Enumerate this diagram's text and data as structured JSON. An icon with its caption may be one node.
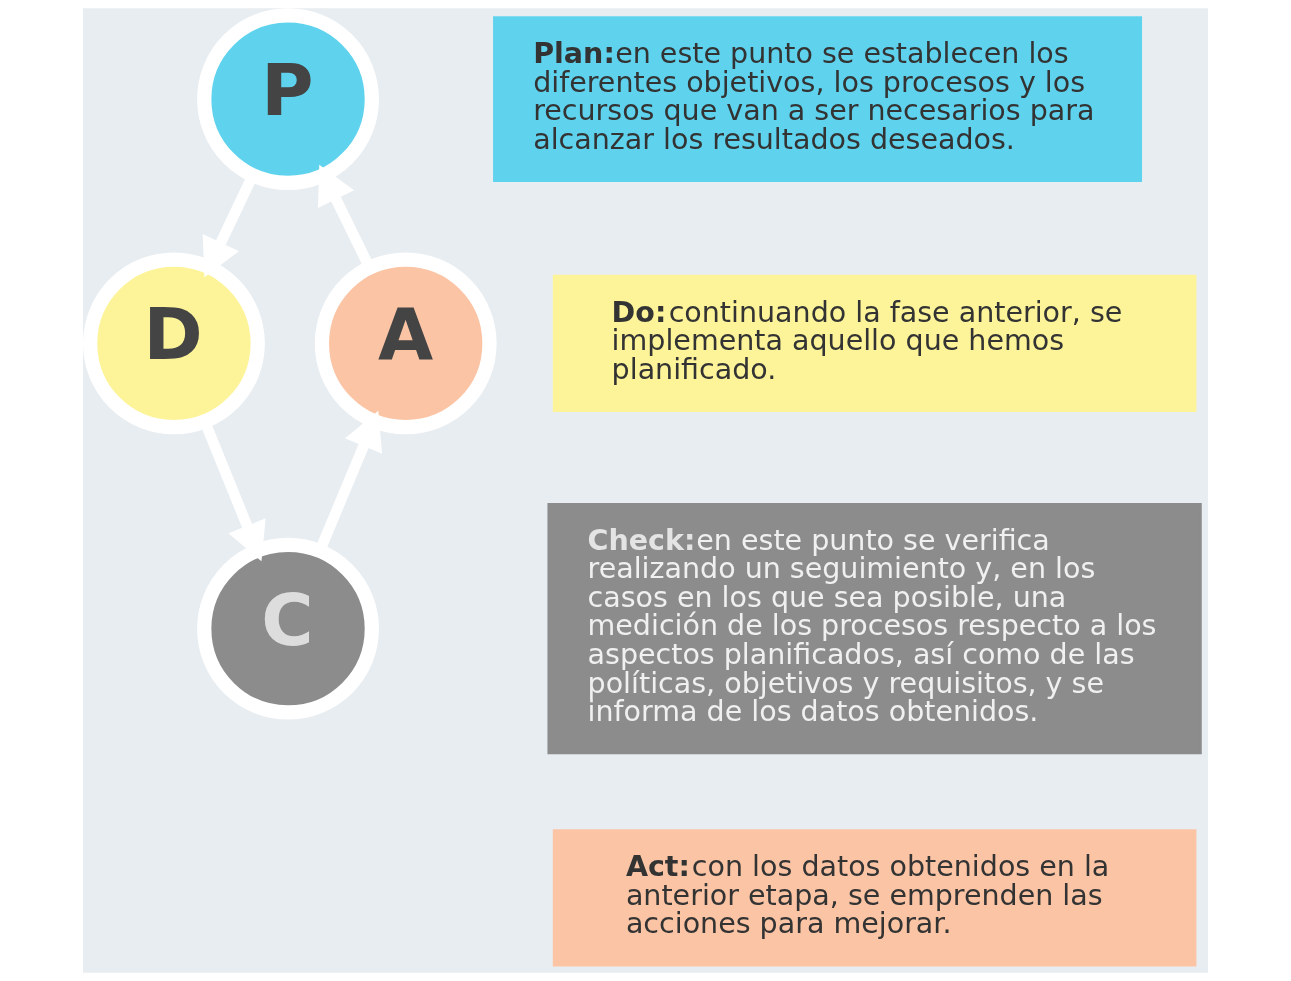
{
  "diagram": {
    "nodes": [
      {
        "text": [
          "P"
        ]
      },
      {
        "text": [
          "D"
        ]
      },
      {
        "text": [
          "C"
        ]
      },
      {
        "text": [
          "A"
        ]
      },
      {
        "text": [
          "Plan:",
          "en este punto se establecen los diferentes objetivos, los procesos y los recursos que van a ser necesarios para alcanzar los resultados deseados."
        ]
      },
      {
        "text": [
          "Do:",
          "continuando la fase anterior, se implementa aquello que hemos planificado."
        ]
      },
      {
        "text": [
          "Check:",
          "en este punto se verifica realizando un seguimiento y, en los casos en los que sea posible, una medición de los procesos respecto a los aspectos planificados, así como de las políticas, objetivos y requisitos, y se informa de los datos obtenidos."
        ]
      },
      {
        "text": [
          "Act:",
          "con los datos obtenidos en la anterior etapa, se emprenden las acciones para mejorar."
        ]
      }
    ],
    "edges": [
      {
        "from": 0,
        "to": 1,
        "arrow": "to"
      },
      {
        "from": 1,
        "to": 2,
        "arrow": "to"
      },
      {
        "from": 2,
        "to": 3,
        "arrow": "to"
      },
      {
        "from": 3,
        "to": 0,
        "arrow": "to"
      }
    ]
  }
}
